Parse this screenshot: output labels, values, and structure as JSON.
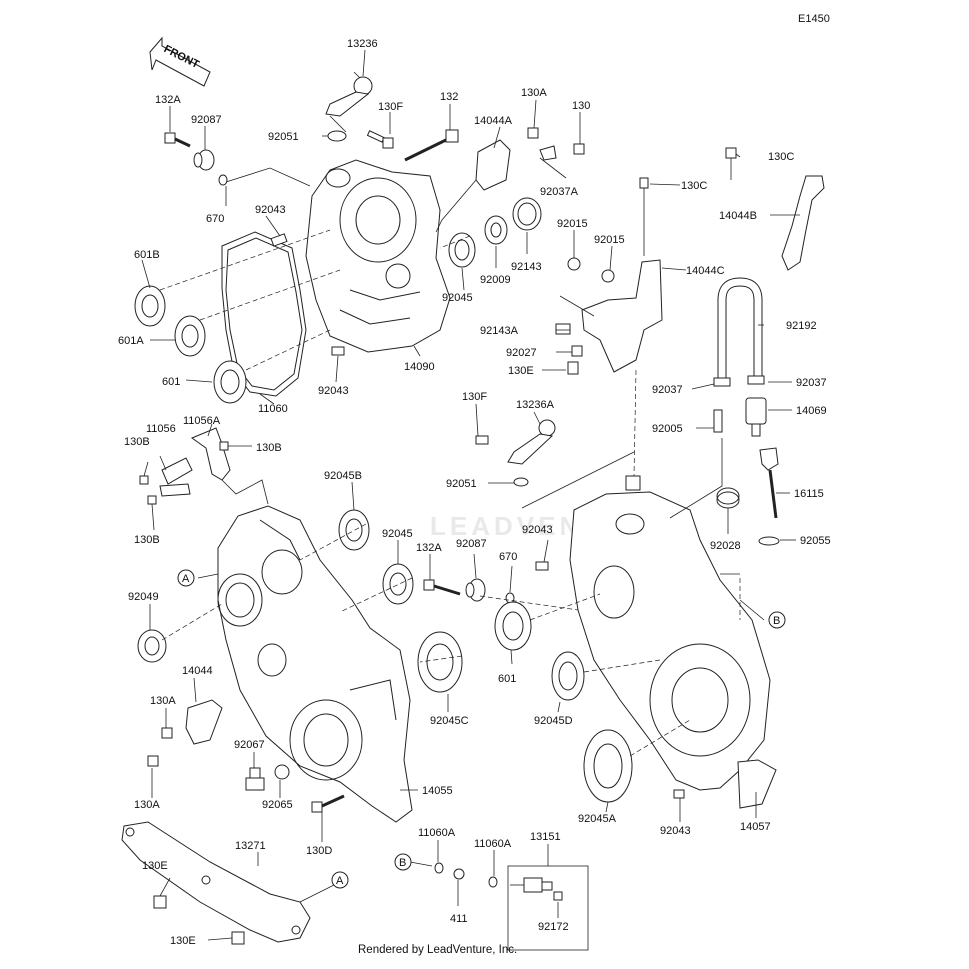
{
  "diagram_code": "E1450",
  "footer_credit": "Rendered by LeadVenture, Inc.",
  "front_arrow_label": "FRONT",
  "watermark": "LEADVENTURE",
  "callouts": {
    "A": "A",
    "B": "B"
  },
  "parts": {
    "p13236": "13236",
    "p132A_top": "132A",
    "p92087_top": "92087",
    "p670_top": "670",
    "p92051_top": "92051",
    "p130F_top": "130F",
    "p132": "132",
    "p14044A": "14044A",
    "p130A_top": "130A",
    "p130": "130",
    "p92037A": "92037A",
    "p92043_top": "92043",
    "p130C_a": "130C",
    "p130C_b": "130C",
    "p14044B": "14044B",
    "p92015_a": "92015",
    "p92015_b": "92015",
    "p14044C": "14044C",
    "p92143": "92143",
    "p92009": "92009",
    "p92045_top": "92045",
    "p601B": "601B",
    "p601A": "601A",
    "p601_top": "601",
    "p11060": "11060",
    "p92043_mid": "92043",
    "p14090": "14090",
    "p92143A": "92143A",
    "p92027": "92027",
    "p130E_mid": "130E",
    "p92192": "92192",
    "p92037_l": "92037",
    "p92037_r": "92037",
    "p14069": "14069",
    "p130F_mid": "130F",
    "p13236A": "13236A",
    "p92005": "92005",
    "p11056": "11056",
    "p11056A": "11056A",
    "p130B_a": "130B",
    "p130B_b": "130B",
    "p130B_c": "130B",
    "p92051_mid": "92051",
    "p16115": "16115",
    "p92045B": "92045B",
    "p92028": "92028",
    "p92055": "92055",
    "p92045_mid": "92045",
    "p132A_mid": "132A",
    "p92087_mid": "92087",
    "p670_mid": "670",
    "p92043_r": "92043",
    "p92049": "92049",
    "p601_mid": "601",
    "p14044": "14044",
    "p92045C": "92045C",
    "p92045D": "92045D",
    "p130A_mid": "130A",
    "p130A_low": "130A",
    "p92067": "92067",
    "p92065": "92065",
    "p14055": "14055",
    "p92045A": "92045A",
    "p92043_low": "92043",
    "p14057": "14057",
    "p130D": "130D",
    "p13271": "13271",
    "p11060A_a": "11060A",
    "p11060A_b": "11060A",
    "p13151": "13151",
    "p130E_a": "130E",
    "p130E_b": "130E",
    "p411": "411",
    "p92172": "92172"
  }
}
